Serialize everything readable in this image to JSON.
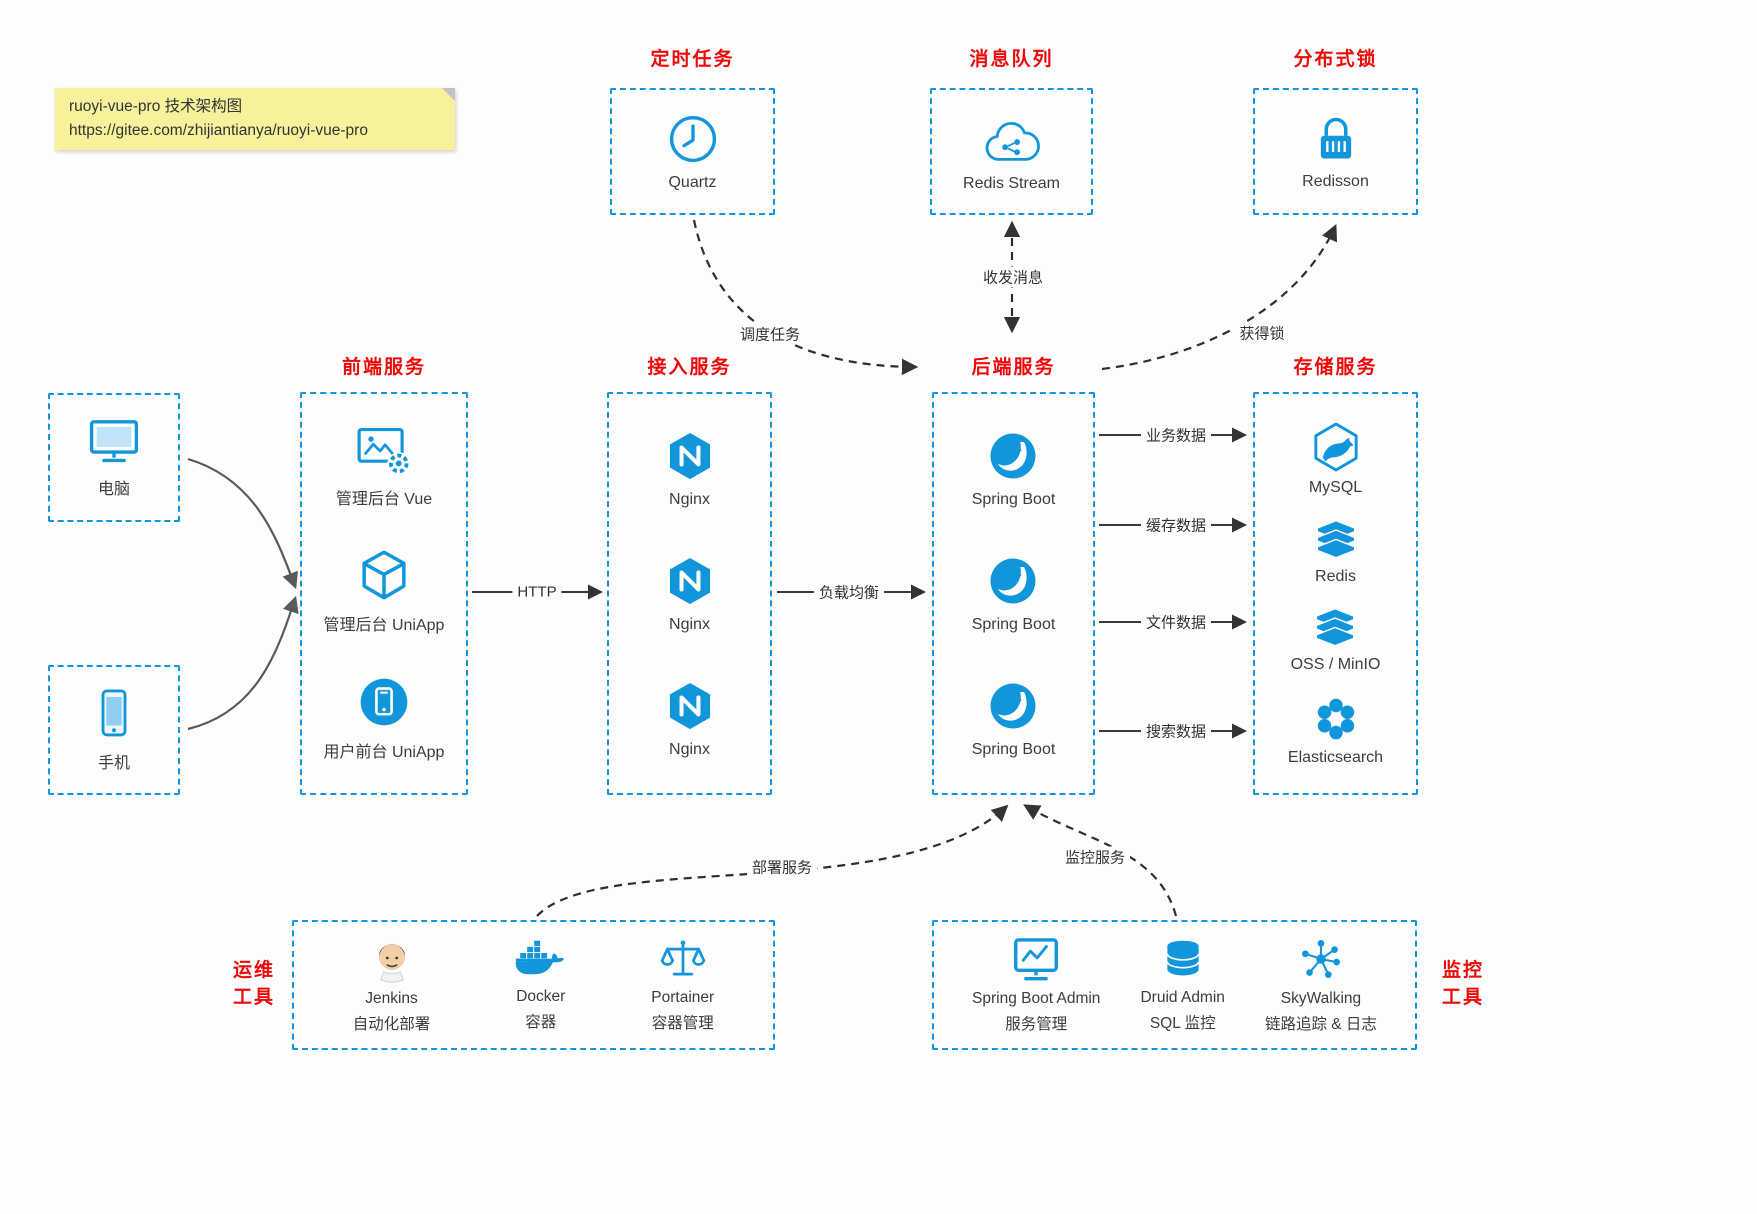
{
  "page": {
    "accent_blue": "#1296db",
    "accent_red": "#ee0a0a",
    "note_bg": "#f6f19b"
  },
  "note": {
    "line1": "ruoyi-vue-pro 技术架构图",
    "line2": "https://gitee.com/zhijiantianya/ruoyi-vue-pro"
  },
  "top_services": [
    {
      "title": "定时任务",
      "label": "Quartz",
      "icon": "clock-icon"
    },
    {
      "title": "消息队列",
      "label": "Redis Stream",
      "icon": "cloud-network-icon"
    },
    {
      "title": "分布式锁",
      "label": "Redisson",
      "icon": "lock-icon"
    }
  ],
  "clients": [
    {
      "label": "电脑",
      "icon": "desktop-icon"
    },
    {
      "label": "手机",
      "icon": "phone-icon"
    }
  ],
  "frontend": {
    "title": "前端服务",
    "items": [
      {
        "label": "管理后台 Vue",
        "icon": "admin-vue-icon"
      },
      {
        "label": "管理后台 UniApp",
        "icon": "admin-uniapp-icon"
      },
      {
        "label": "用户前台 UniApp",
        "icon": "user-uniapp-icon"
      }
    ]
  },
  "gateway": {
    "title": "接入服务",
    "items": [
      {
        "label": "Nginx",
        "icon": "nginx-icon"
      },
      {
        "label": "Nginx",
        "icon": "nginx-icon"
      },
      {
        "label": "Nginx",
        "icon": "nginx-icon"
      }
    ]
  },
  "backend": {
    "title": "后端服务",
    "items": [
      {
        "label": "Spring Boot",
        "icon": "spring-icon"
      },
      {
        "label": "Spring Boot",
        "icon": "spring-icon"
      },
      {
        "label": "Spring Boot",
        "icon": "spring-icon"
      }
    ]
  },
  "storage": {
    "title": "存储服务",
    "items": [
      {
        "label": "MySQL",
        "icon": "mysql-icon"
      },
      {
        "label": "Redis",
        "icon": "redis-icon"
      },
      {
        "label": "OSS / MinIO",
        "icon": "oss-icon"
      },
      {
        "label": "Elasticsearch",
        "icon": "elasticsearch-icon"
      }
    ]
  },
  "ops": {
    "side_label_line1": "运维",
    "side_label_line2": "工具",
    "items": [
      {
        "name": "Jenkins",
        "desc": "自动化部署",
        "icon": "jenkins-icon"
      },
      {
        "name": "Docker",
        "desc": "容器",
        "icon": "docker-icon"
      },
      {
        "name": "Portainer",
        "desc": "容器管理",
        "icon": "portainer-icon"
      }
    ]
  },
  "monitoring": {
    "side_label_line1": "监控",
    "side_label_line2": "工具",
    "items": [
      {
        "name": "Spring Boot Admin",
        "desc": "服务管理",
        "icon": "spring-admin-icon"
      },
      {
        "name": "Druid Admin",
        "desc": "SQL 监控",
        "icon": "druid-icon"
      },
      {
        "name": "SkyWalking",
        "desc": "链路追踪 & 日志",
        "icon": "skywalking-icon"
      }
    ]
  },
  "edges": {
    "http": "HTTP",
    "load_balance": "负载均衡",
    "schedule": "调度任务",
    "message": "收发消息",
    "lock": "获得锁",
    "business_data": "业务数据",
    "cache_data": "缓存数据",
    "file_data": "文件数据",
    "search_data": "搜索数据",
    "deploy": "部署服务",
    "monitor": "监控服务"
  }
}
